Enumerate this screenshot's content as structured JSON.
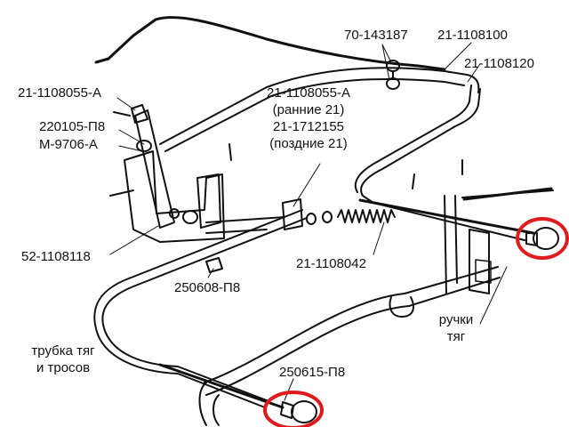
{
  "labels": {
    "part_70_143187": "70-143187",
    "part_21_1108100": "21-1108100",
    "part_21_1108120": "21-1108120",
    "part_21_1108055a_left": "21-1108055-А",
    "part_220105_p8": "220105-П8",
    "part_m_9706_a": "М-9706-А",
    "part_21_1108055a_center": "21-1108055-А",
    "note_early_21": "(ранние 21)",
    "part_21_1712155": "21-1712155",
    "note_late_21": "(поздние 21)",
    "part_52_1108118": "52-1108118",
    "part_250608_p8": "250608-П8",
    "part_21_1108042": "21-1108042",
    "handles_line1": "ручки",
    "handles_line2": "тяг",
    "tube_line1": "трубка тяг",
    "tube_line2": "и тросов",
    "part_250615_p8": "250615-П8"
  },
  "colors": {
    "ink": "#111111",
    "highlight": "#e01b1b",
    "background": "#ffffff"
  }
}
